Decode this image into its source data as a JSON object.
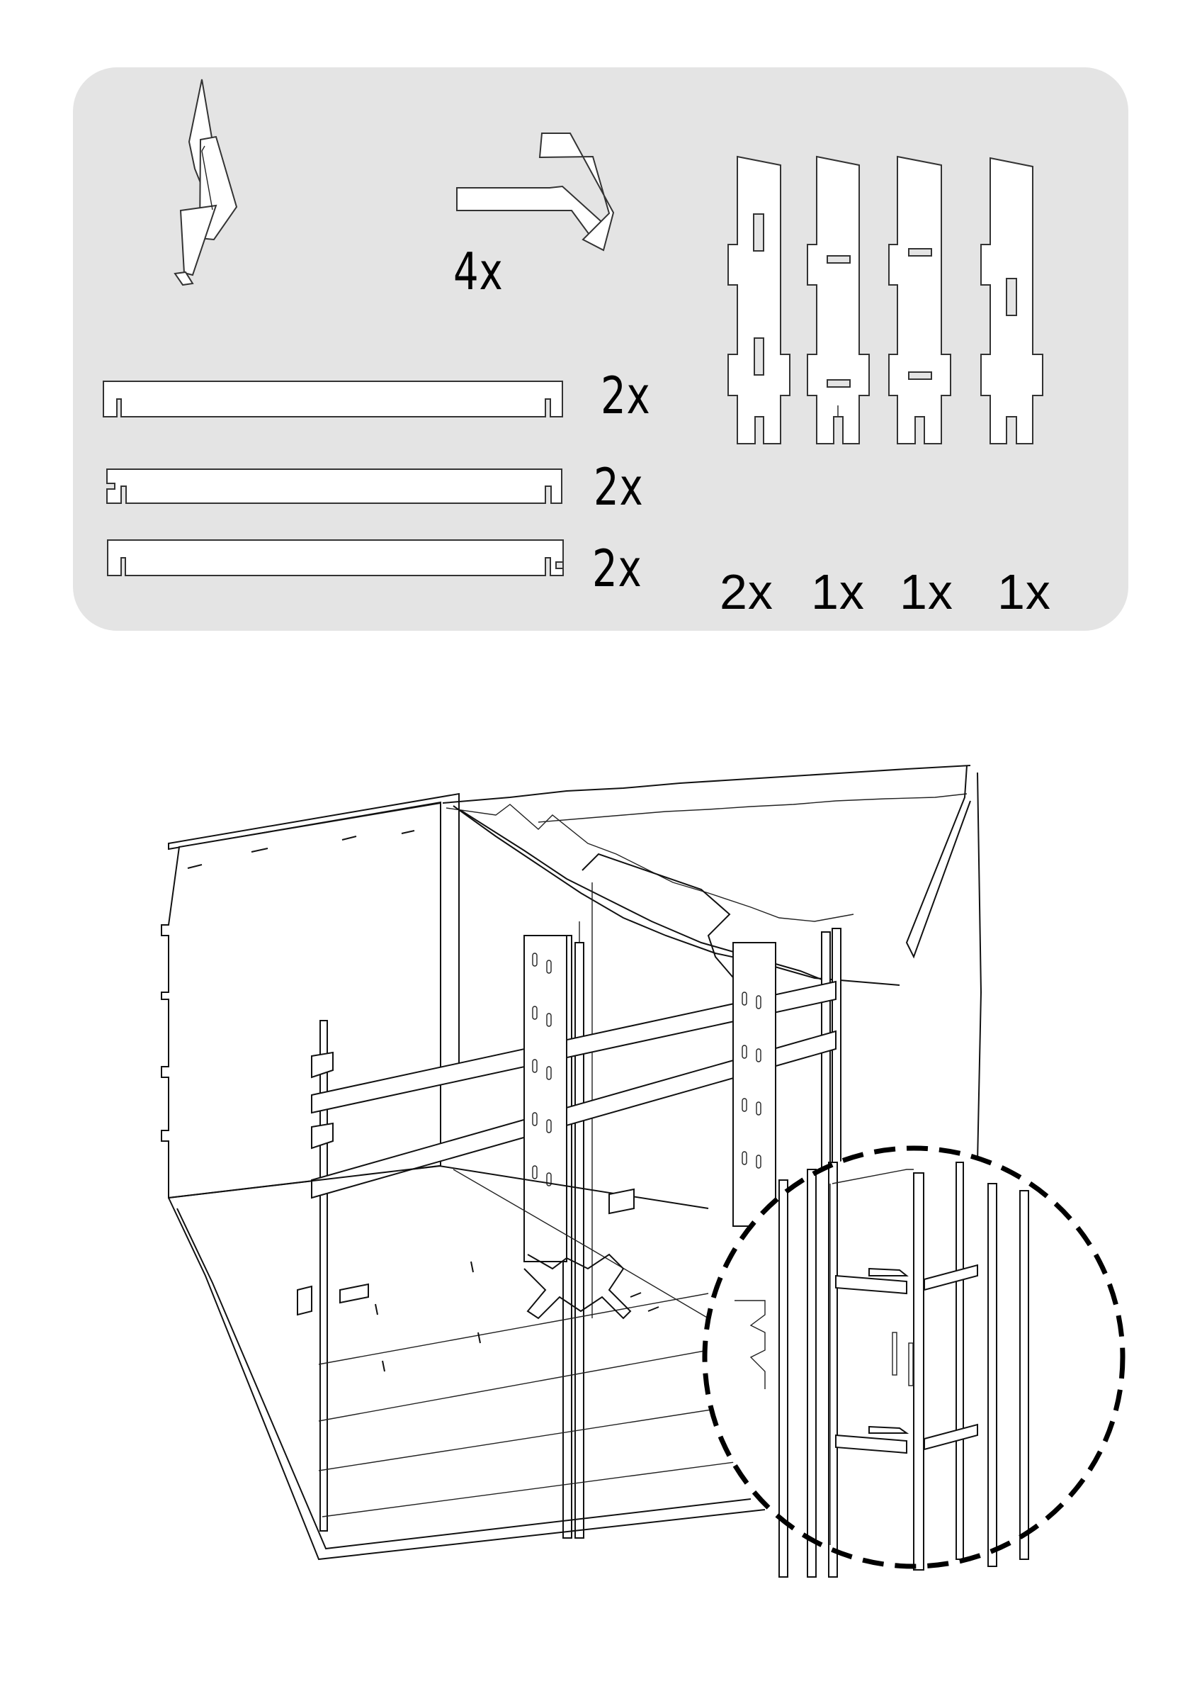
{
  "parts_panel": {
    "background_color": "#e4e4e4",
    "parts": [
      {
        "id": "corner-bracket",
        "label": "4x",
        "shape": "angled-bracket"
      },
      {
        "id": "long-rail-a",
        "label": "2x",
        "shape": "rail-two-bottom-slots"
      },
      {
        "id": "long-rail-b",
        "label": "2x",
        "shape": "rail-left-notch-two-slots"
      },
      {
        "id": "long-rail-c",
        "label": "2x",
        "shape": "rail-right-notch-two-slots"
      },
      {
        "id": "upright-a",
        "label": "2x",
        "shape": "upright-two-vertical-slots"
      },
      {
        "id": "upright-b",
        "label": "1x",
        "shape": "upright-two-horizontal-slots-split"
      },
      {
        "id": "upright-c",
        "label": "1x",
        "shape": "upright-two-horizontal-slots"
      },
      {
        "id": "upright-d",
        "label": "1x",
        "shape": "upright-one-vertical-slot"
      }
    ]
  },
  "assembly": {
    "view": "isometric assembled frame",
    "detail_callout": {
      "style": "dashed-circle",
      "subject": "rail-to-upright joint close-up"
    }
  }
}
